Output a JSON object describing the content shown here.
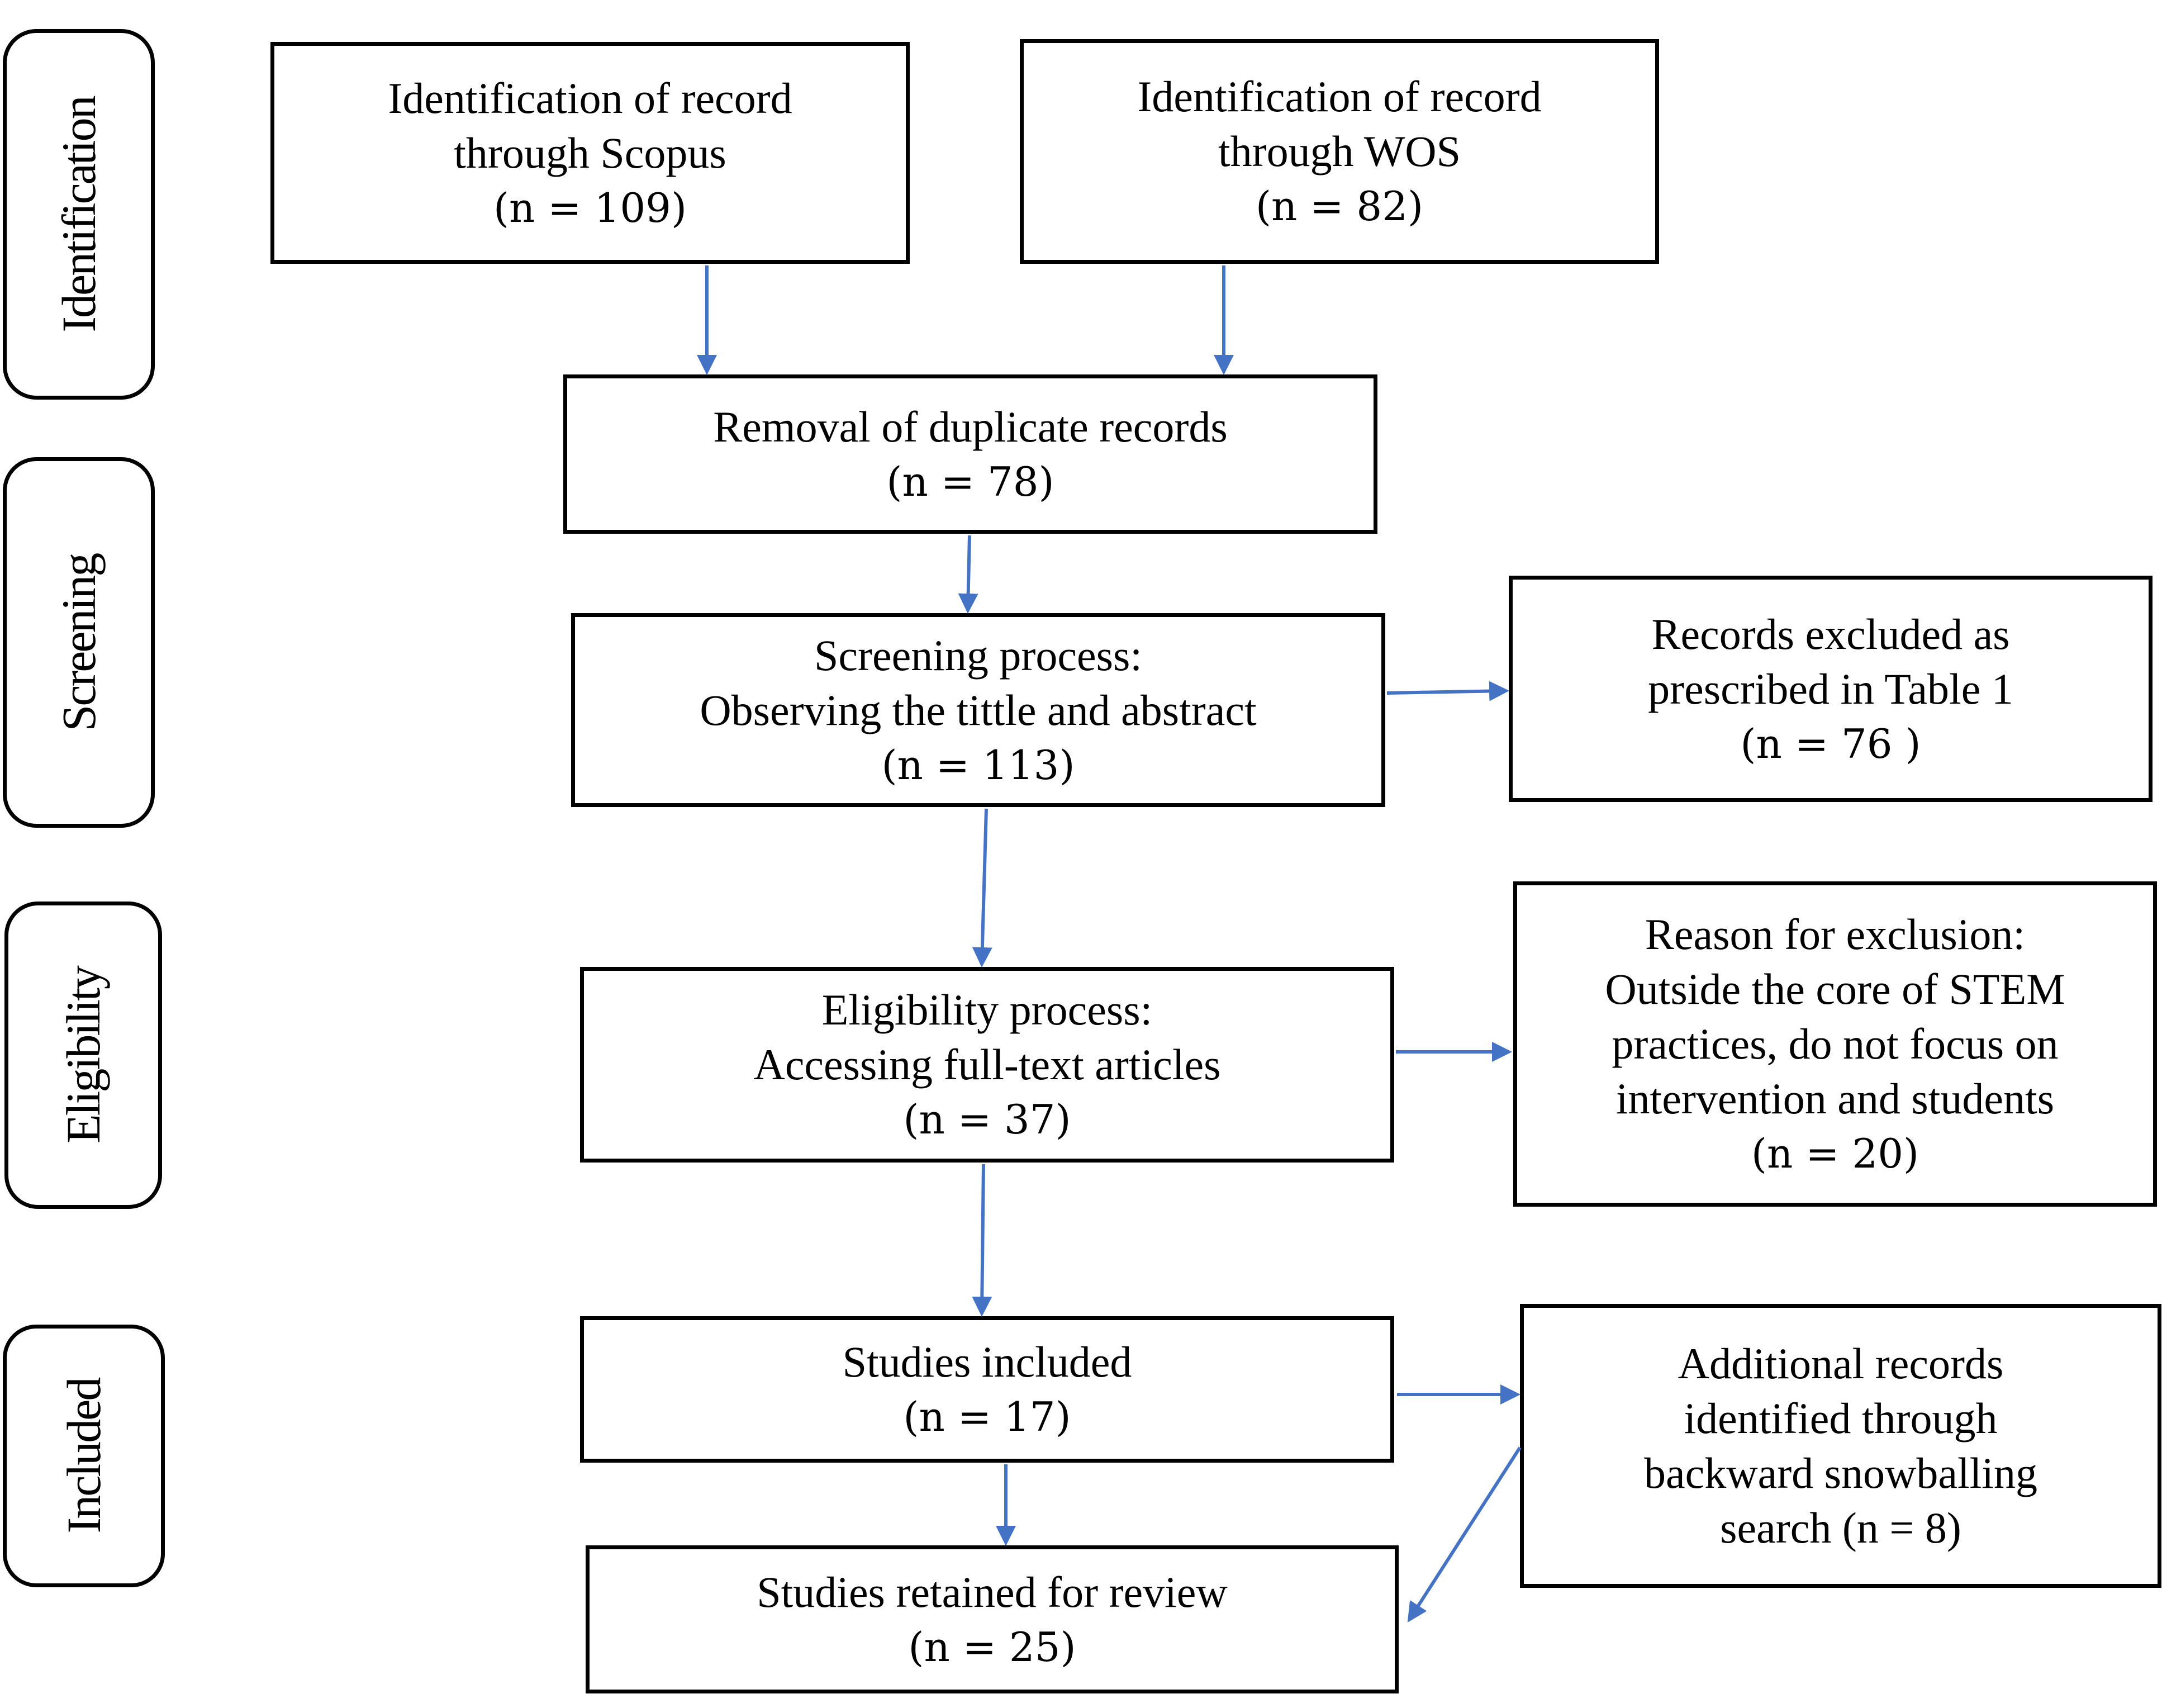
{
  "stages": {
    "identification": "Identification",
    "screening": "Screening",
    "eligibility": "Eligibility",
    "included": "Included"
  },
  "boxes": {
    "scopus": {
      "line1": "Identification of record",
      "line2": "through Scopus",
      "count": "(n = 109)"
    },
    "wos": {
      "line1": "Identification of record",
      "line2": "through WOS",
      "count": "(n =  82)"
    },
    "duplicates": {
      "line1": "Removal of duplicate records",
      "count": "(n = 78)"
    },
    "screening": {
      "line1": "Screening process:",
      "line2": "Observing the tittle and abstract",
      "count": "(n =  113)"
    },
    "excluded": {
      "line1": "Records excluded as",
      "line2": "prescribed in Table 1",
      "count": "(n = 76 )"
    },
    "eligibility": {
      "line1": "Eligibility process:",
      "line2": "Accessing full-text articles",
      "count": "(n =  37)"
    },
    "exclusion_reason": {
      "line1": "Reason for exclusion:",
      "line2": "Outside the core of STEM",
      "line3": "practices, do not focus on",
      "line4": "intervention and students",
      "count": "(n =  20)"
    },
    "included": {
      "line1": "Studies included",
      "count": "(n = 17)"
    },
    "additional": {
      "line1": "Additional records",
      "line2": "identified through",
      "line3": "backward snowballing",
      "line4": "search (n =  8)"
    },
    "retained": {
      "line1": "Studies retained for review",
      "count": "(n = 25)"
    }
  },
  "colors": {
    "arrow": "#4472C4",
    "border": "#000000"
  }
}
